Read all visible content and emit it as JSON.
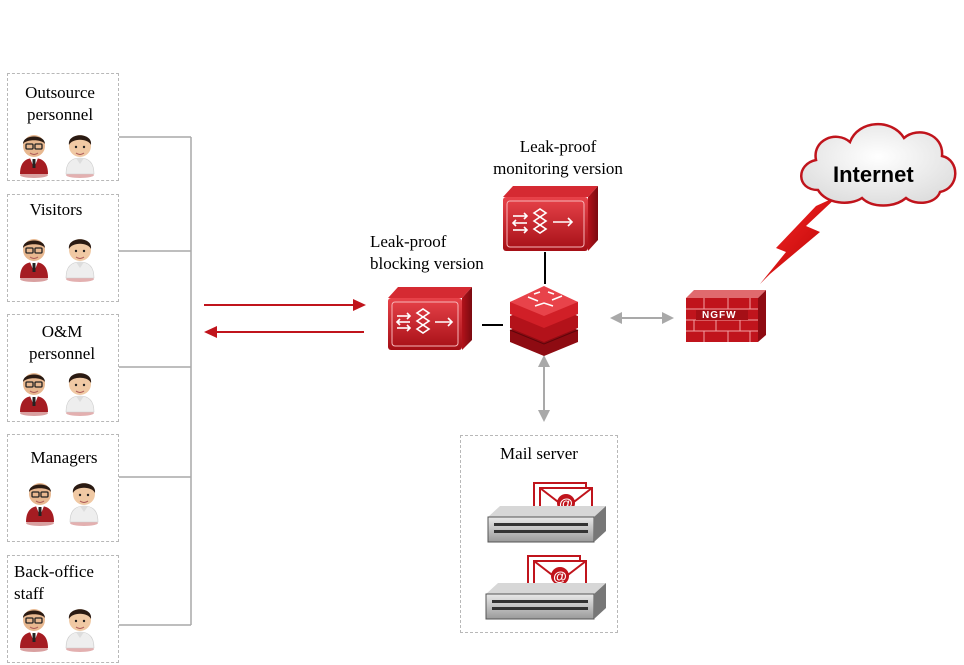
{
  "groups": [
    {
      "label": "Outsource\npersonnel"
    },
    {
      "label": "Visitors"
    },
    {
      "label": "O&M\npersonnel"
    },
    {
      "label": "Managers"
    },
    {
      "label": "Back-office\nstaff"
    }
  ],
  "nodes": {
    "blocking": {
      "label": "Leak-proof\nblocking version"
    },
    "monitoring": {
      "label": "Leak-proof\nmonitoring version"
    },
    "firewall": {
      "label": "NGFW"
    },
    "internet": {
      "label": "Internet"
    },
    "mail": {
      "label": "Mail server"
    }
  },
  "colors": {
    "accent_red": "#c0141c",
    "dark_red": "#8e0b12",
    "connector_gray": "#a9a9a9",
    "box_border": "#b8b8b8"
  },
  "icons": [
    "person-icon",
    "switch-icon",
    "appliance-icon",
    "firewall-icon",
    "cloud-icon",
    "lightning-icon",
    "mail-server-icon",
    "envelope-icon"
  ]
}
